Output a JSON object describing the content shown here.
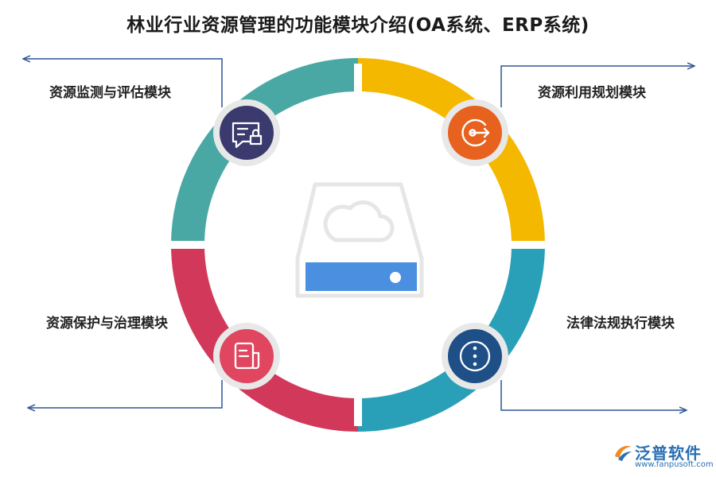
{
  "title": "林业行业资源管理的功能模块介绍(OA系统、ERP系统)",
  "modules": [
    {
      "label": "资源监测与评估模块",
      "color": "#4aa8a4",
      "icon": "chat-lock-icon",
      "icon_color": "#3a3a6e"
    },
    {
      "label": "资源利用规划模块",
      "color": "#f5b800",
      "icon": "exit-arrow-icon",
      "icon_color": "#e8621f"
    },
    {
      "label": "资源保护与治理模块",
      "color": "#d2385a",
      "icon": "document-icon",
      "icon_color": "#e0465f"
    },
    {
      "label": "法律法规执行模块",
      "color": "#2aa0b8",
      "icon": "more-dots-icon",
      "icon_color": "#1f4f87"
    }
  ],
  "center": {
    "icon": "cloud-drive-icon",
    "bar_color": "#4a8fe0"
  },
  "logo": {
    "name": "泛普软件",
    "url": "www.fanpusoft.com"
  }
}
